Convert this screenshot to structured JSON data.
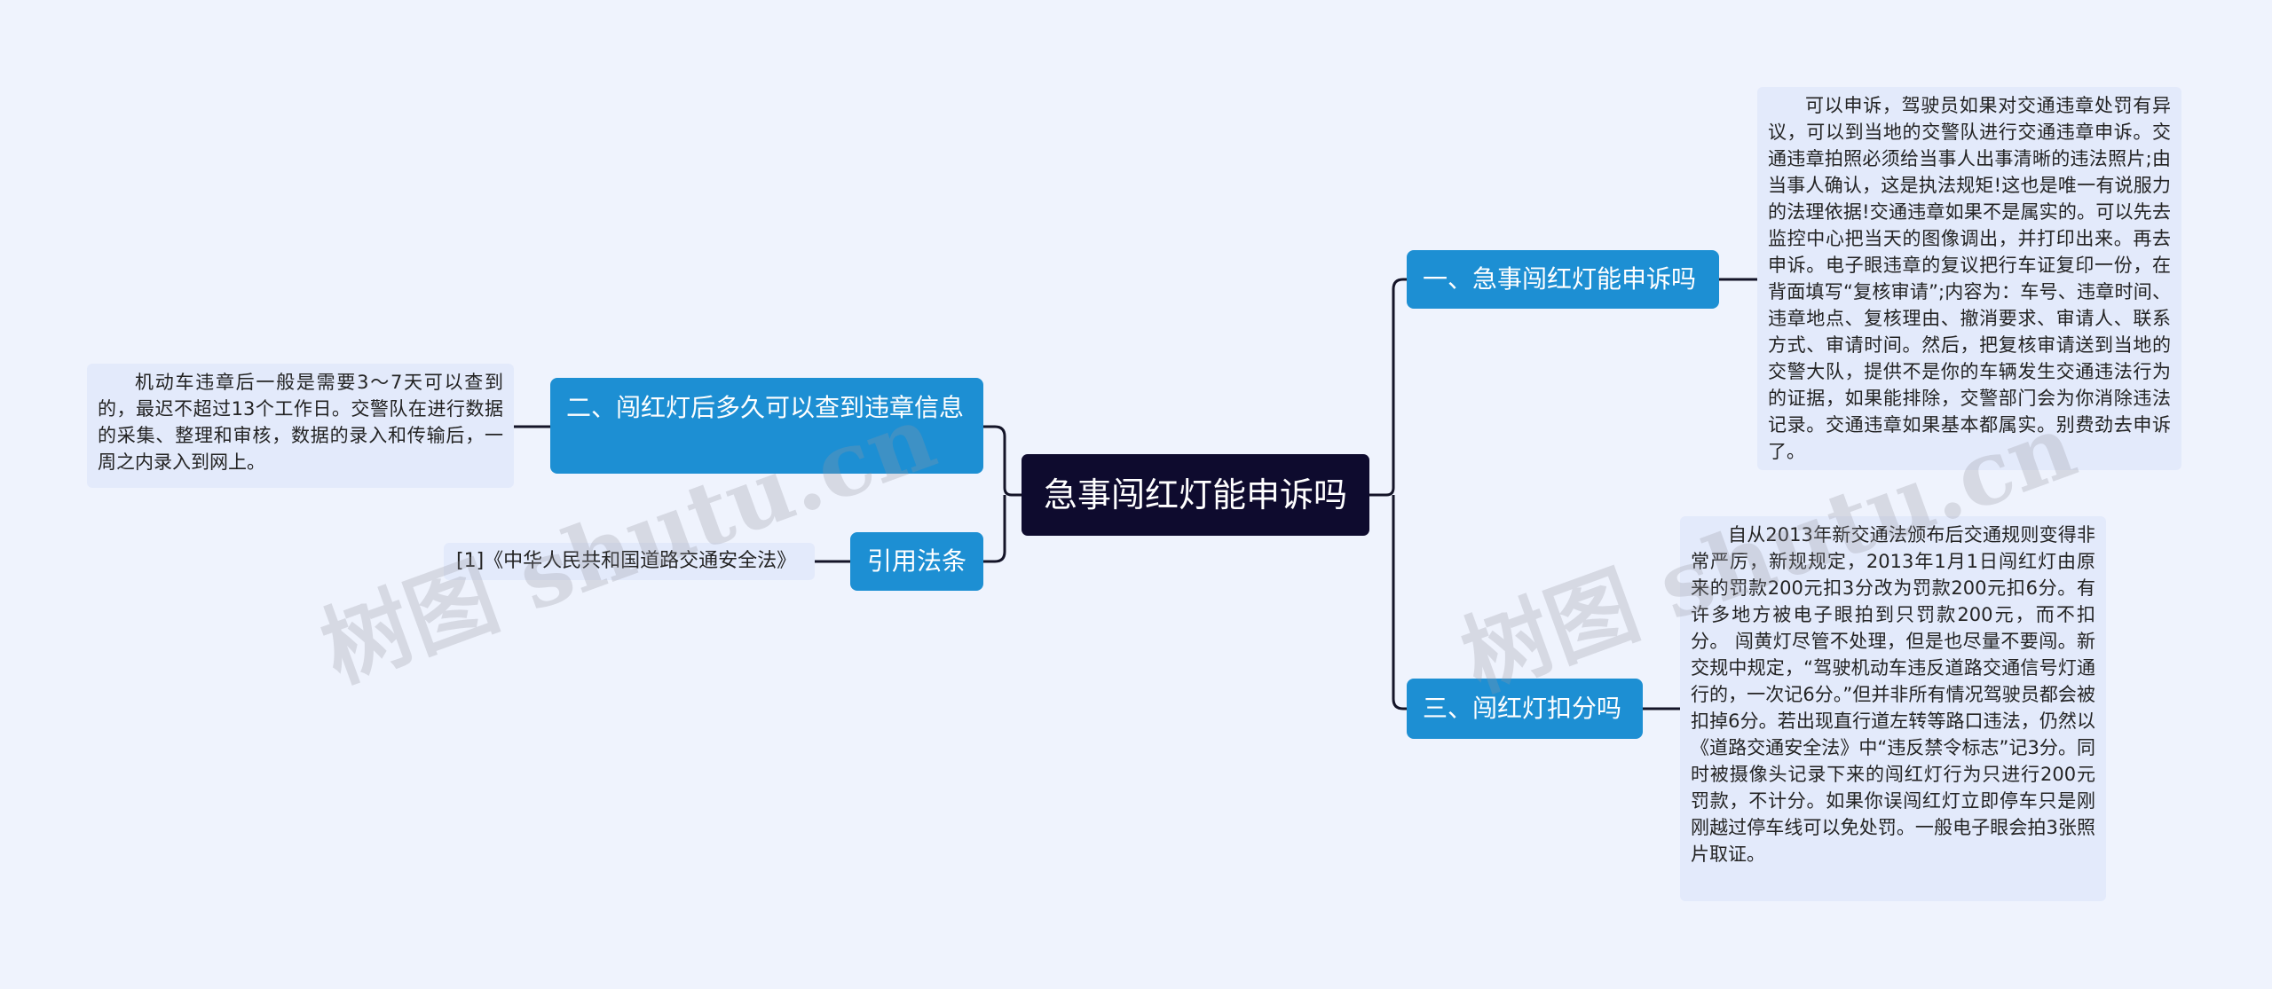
{
  "root": {
    "label": "急事闯红灯能申诉吗"
  },
  "branches": {
    "b1": {
      "label": "一、急事闯红灯能申诉吗"
    },
    "b2": {
      "label": "二、闯红灯后多久可以查到违章信息"
    },
    "b3": {
      "label": "三、闯红灯扣分吗"
    },
    "b4": {
      "label": "引用法条"
    }
  },
  "leaves": {
    "l1": "可以申诉，驾驶员如果对交通违章处罚有异议，可以到当地的交警队进行交通违章申诉。交通违章拍照必须给当事人出事清晰的违法照片;由当事人确认，这是执法规矩!这也是唯一有说服力的法理依据!交通违章如果不是属实的。可以先去监控中心把当天的图像调出，并打印出来。再去申诉。电子眼违章的复议把行车证复印一份，在背面填写“复核审请”;内容为：车号、违章时间、违章地点、复核理由、撤消要求、审请人、联系方式、审请时间。然后，把复核审请送到当地的交警大队，提供不是你的车辆发生交通违法行为的证据，如果能排除，交警部门会为你消除违法记录。交通违章如果基本都属实。别费劲去申诉了。",
    "l2": "机动车违章后一般是需要3～7天可以查到的，最迟不超过13个工作日。交警队在进行数据的采集、整理和审核，数据的录入和传输后，一周之内录入到网上。",
    "l3": "自从2013年新交通法颁布后交通规则变得非常严厉，新规规定，2013年1月1日闯红灯由原来的罚款200元扣3分改为罚款200元扣6分。有许多地方被电子眼拍到只罚款200元，而不扣分。 闯黄灯尽管不处理，但是也尽量不要闯。新交规中规定，“驾驶机动车违反道路交通信号灯通行的，一次记6分。”但并非所有情况驾驶员都会被扣掉6分。若出现直行道左转等路口违法，仍然以《道路交通安全法》中“违反禁令标志”记3分。同时被摄像头记录下来的闯红灯行为只进行200元罚款，不计分。如果你误闯红灯立即停车只是刚刚越过停车线可以免处罚。一般电子眼会拍3张照片取证。",
    "l4": "[1]《中华人民共和国道路交通安全法》"
  },
  "watermarks": [
    "树图 shutu.cn",
    "树图 shutu.cn"
  ],
  "colors": {
    "background": "#eff3fd",
    "root": "#0e0b2e",
    "branch": "#1d8fd3",
    "leaf": "#e3eafb",
    "line": "#141428"
  }
}
